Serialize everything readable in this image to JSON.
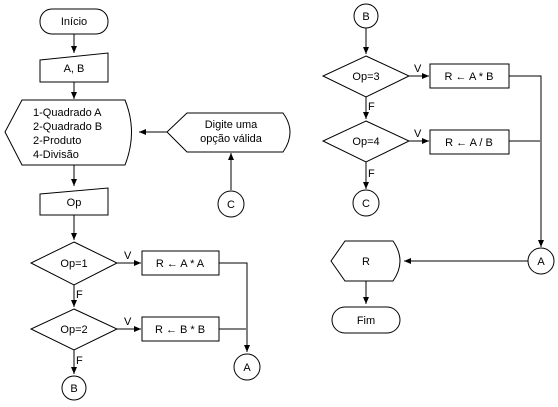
{
  "flowchart": {
    "start_label": "Início",
    "input_ab_label": "A, B",
    "menu_lines": [
      "1-Quadrado A",
      "2-Quadrado B",
      "2-Produto",
      "4-Divisão"
    ],
    "invalid_msg_lines": [
      "Digite uma",
      "opção válida"
    ],
    "input_op_label": "Op",
    "decision_op1": "Op=1",
    "decision_op2": "Op=2",
    "decision_op3": "Op=3",
    "decision_op4": "Op=4",
    "process_square_a": "R ← A * A",
    "process_square_b": "R ← B * B",
    "process_product": "R ← A * B",
    "process_division": "R ← A / B",
    "true_label": "V",
    "false_label": "F",
    "connector_a": "A",
    "connector_b": "B",
    "connector_c": "C",
    "output_r_label": "R",
    "end_label": "Fim"
  }
}
